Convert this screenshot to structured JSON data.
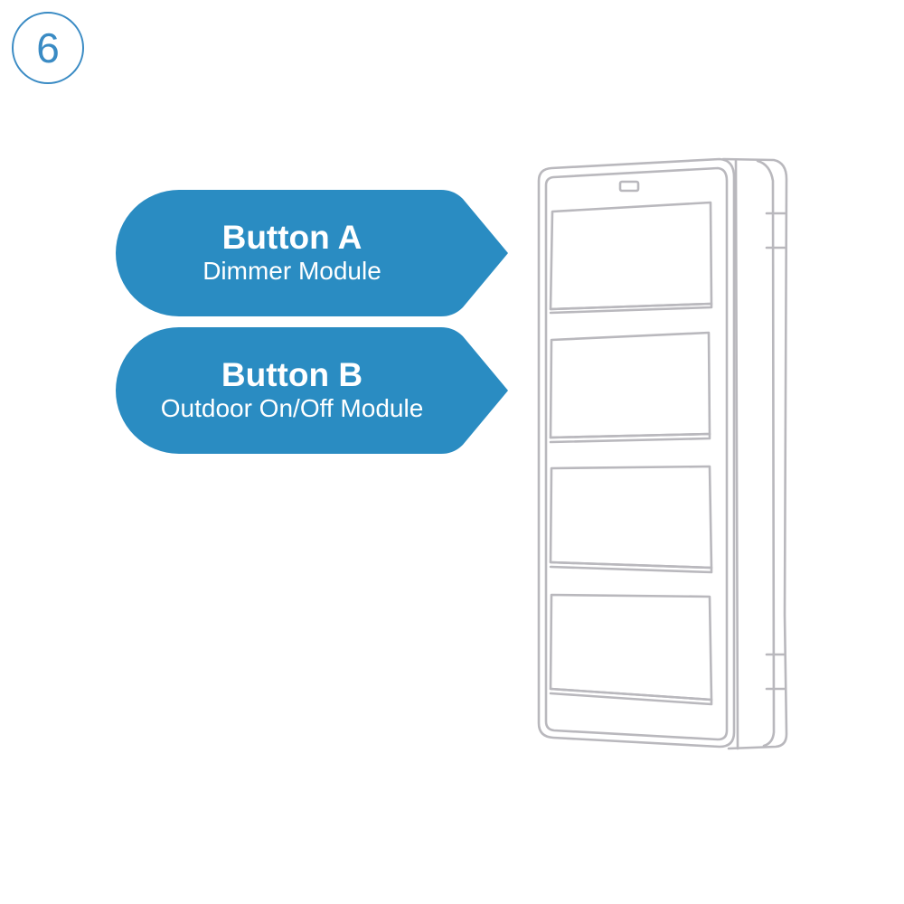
{
  "step": {
    "number": "6"
  },
  "callouts": [
    {
      "title": "Button A",
      "subtitle": "Dimmer Module"
    },
    {
      "title": "Button B",
      "subtitle": "Outdoor On/Off Module"
    }
  ],
  "colors": {
    "accent": "#2a8cc2",
    "badge": "#3a8bc4",
    "device_outline": "#b9b8bd"
  },
  "device": {
    "icon": "four-button-remote-icon",
    "button_count": 4
  }
}
